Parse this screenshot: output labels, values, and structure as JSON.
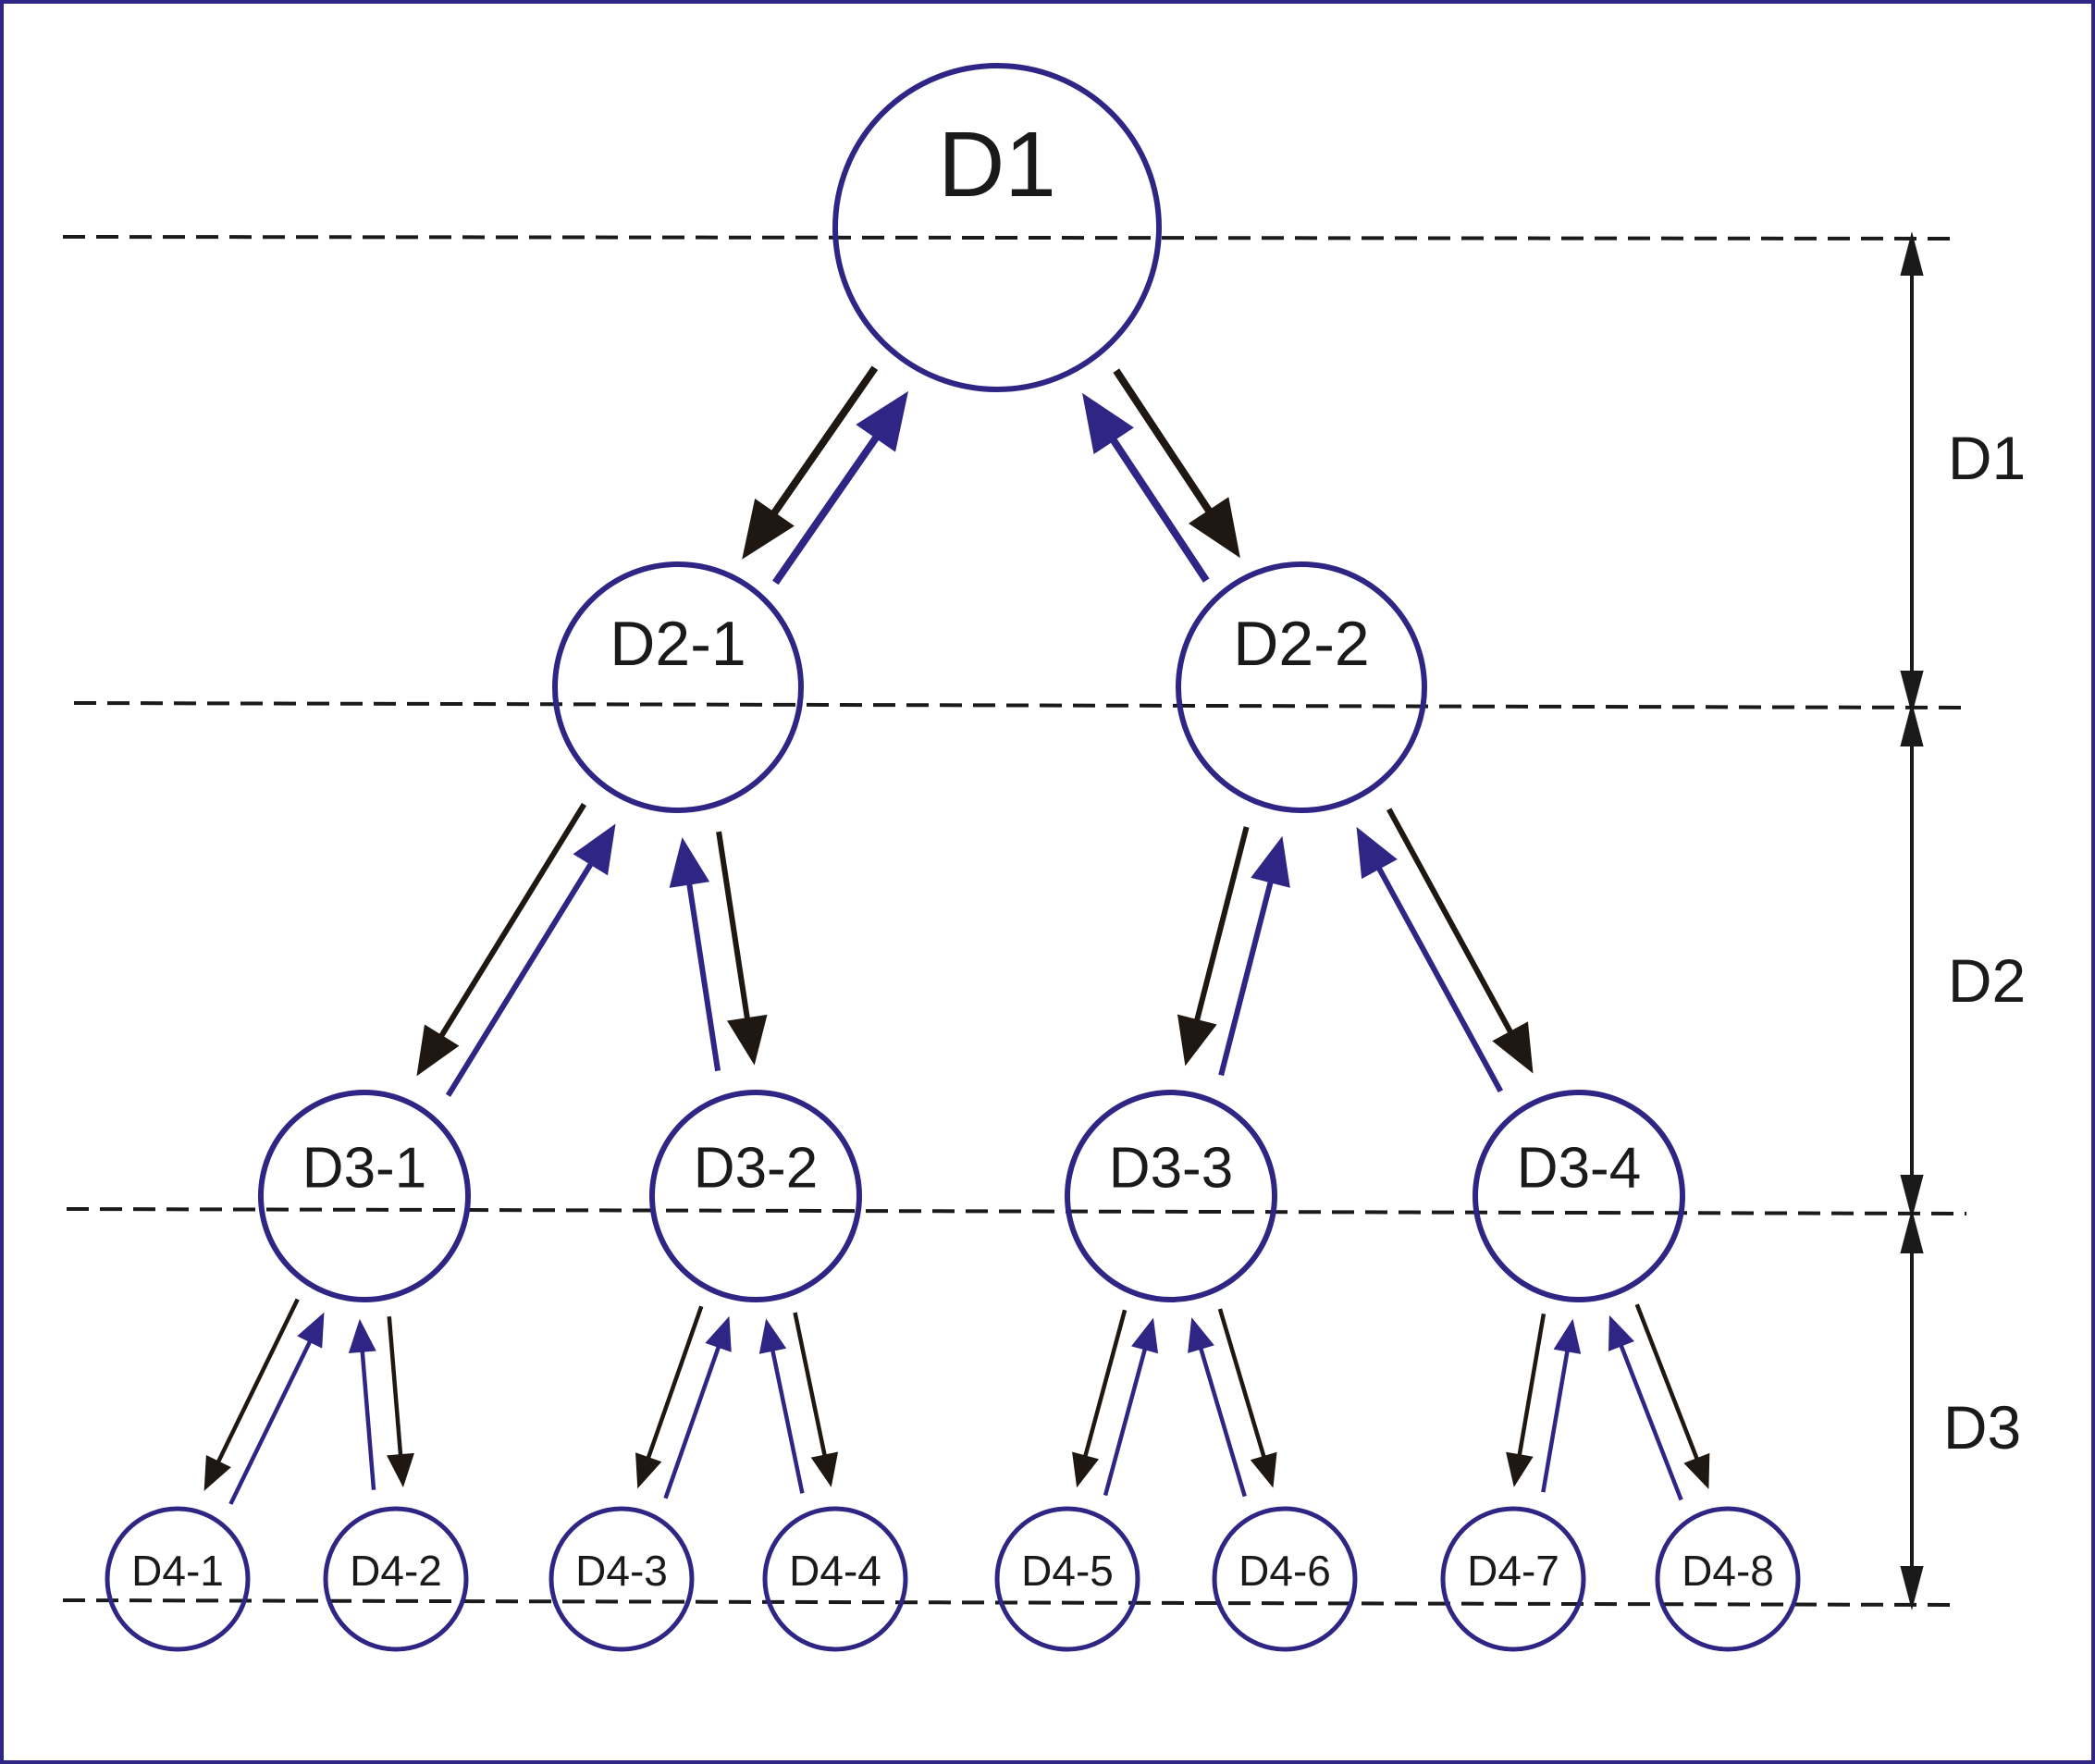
{
  "colors": {
    "node_stroke": "#2e2585",
    "arrow_down": "#1f1712",
    "arrow_up": "#2e2585",
    "dashed_line": "#1a1a1a",
    "border": "#2e2585"
  },
  "nodes": [
    {
      "id": "D1",
      "label": "D1",
      "level": 1
    },
    {
      "id": "D2-1",
      "label": "D2-1",
      "level": 2,
      "parent": "D1"
    },
    {
      "id": "D2-2",
      "label": "D2-2",
      "level": 2,
      "parent": "D1"
    },
    {
      "id": "D3-1",
      "label": "D3-1",
      "level": 3,
      "parent": "D2-1"
    },
    {
      "id": "D3-2",
      "label": "D3-2",
      "level": 3,
      "parent": "D2-1"
    },
    {
      "id": "D3-3",
      "label": "D3-3",
      "level": 3,
      "parent": "D2-2"
    },
    {
      "id": "D3-4",
      "label": "D3-4",
      "level": 3,
      "parent": "D2-2"
    },
    {
      "id": "D4-1",
      "label": "D4-1",
      "level": 4,
      "parent": "D3-1"
    },
    {
      "id": "D4-2",
      "label": "D4-2",
      "level": 4,
      "parent": "D3-1"
    },
    {
      "id": "D4-3",
      "label": "D4-3",
      "level": 4,
      "parent": "D3-2"
    },
    {
      "id": "D4-4",
      "label": "D4-4",
      "level": 4,
      "parent": "D3-2"
    },
    {
      "id": "D4-5",
      "label": "D4-5",
      "level": 4,
      "parent": "D3-3"
    },
    {
      "id": "D4-6",
      "label": "D4-6",
      "level": 4,
      "parent": "D3-3"
    },
    {
      "id": "D4-7",
      "label": "D4-7",
      "level": 4,
      "parent": "D3-4"
    },
    {
      "id": "D4-8",
      "label": "D4-8",
      "level": 4,
      "parent": "D3-4"
    }
  ],
  "level_labels": [
    {
      "id": "span-d1",
      "label": "D1"
    },
    {
      "id": "span-d2",
      "label": "D2"
    },
    {
      "id": "span-d3",
      "label": "D3"
    }
  ]
}
